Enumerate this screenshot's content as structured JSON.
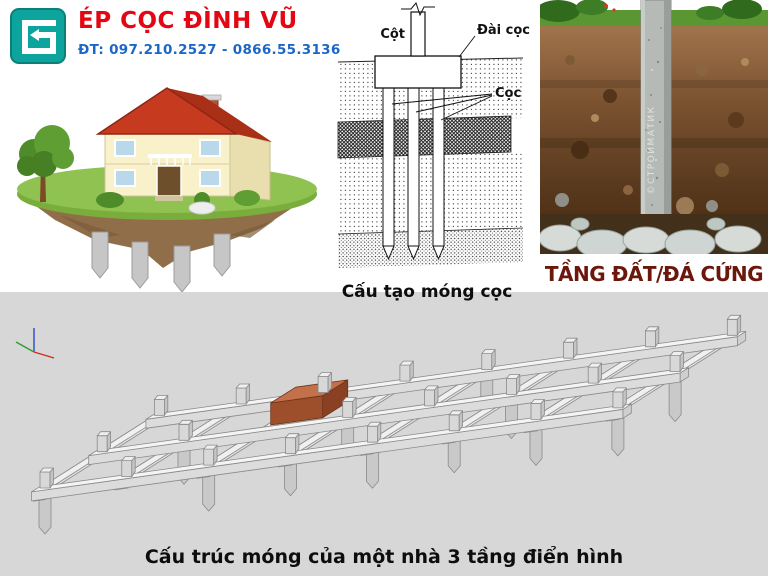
{
  "brand": {
    "name": "ÉP CỌC ĐÌNH VŨ",
    "phone": "ĐT: 097.210.2527 - 0866.55.3136"
  },
  "pile_diagram": {
    "labels": {
      "column": "Cột",
      "pile_cap": "Đài cọc",
      "pile": "Cọc"
    },
    "caption": "Cấu tạo móng cọc"
  },
  "soil_panel": {
    "label": "TẦNG ĐẤT/ĐÁ CỨNG",
    "watermark": "©СТРОЙМАТИК"
  },
  "foundation_panel": {
    "caption": "Cấu trúc móng của một nhà 3 tầng điển hình"
  },
  "colors": {
    "brand_red": "#e40613",
    "phone_blue": "#1b67c9",
    "logo_teal": "#0ea49e",
    "soil_label_red": "#6b170c",
    "bottom_bg": "#d7d7d7"
  }
}
